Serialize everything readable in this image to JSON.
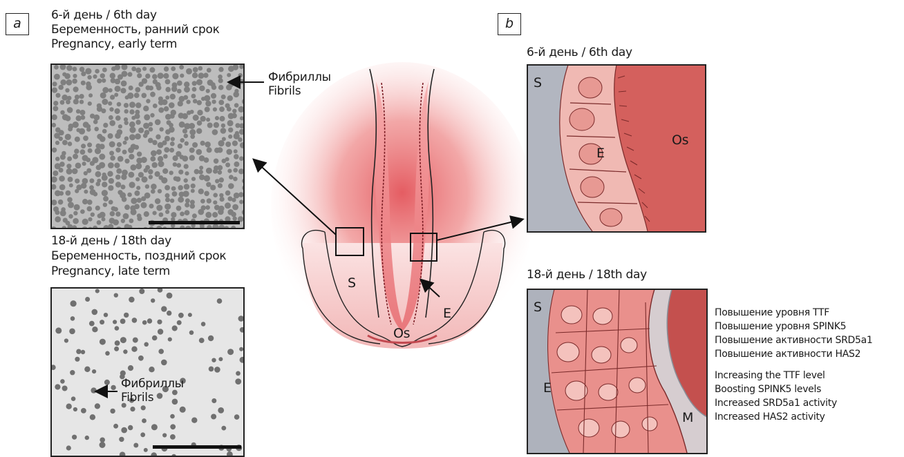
{
  "panel_a": {
    "tag": "a",
    "early": {
      "day": "6-й день / 6th day",
      "ru": "Беременность, ранний срок",
      "en": "Pregnancy, early term",
      "fibril_ru": "Фибриллы",
      "fibril_en": "Fibrils"
    },
    "late": {
      "day": "18-й день / 18th day",
      "ru": "Беременность, поздний срок",
      "en": "Pregnancy, late term",
      "fibril_ru": "Фибриллы",
      "fibril_en": "Fibrils"
    }
  },
  "center": {
    "label_s": "S",
    "label_e": "E",
    "label_os": "Os"
  },
  "panel_b": {
    "tag": "b",
    "early": {
      "day": "6-й день / 6th day",
      "label_s": "S",
      "label_e": "E",
      "label_os": "Os"
    },
    "late": {
      "day": "18-й день / 18th day",
      "label_s": "S",
      "label_e": "E",
      "label_m": "M",
      "changes_ru": [
        "Повышение уровня TTF",
        "Повышение уровня SPINK5",
        "Повышение активности SRD5a1",
        "Повышение активности HAS2"
      ],
      "changes_en": [
        "Increasing the TTF level",
        "Boosting SPINK5 levels",
        "Increased SRD5a1 activity",
        "Increased HAS2 activity"
      ]
    }
  },
  "colors": {
    "tissue_pink": "#e58a88",
    "tissue_deep": "#d65f60",
    "stroma_gray": "#a9acb6",
    "micrograph_gray": "#8a8a8a"
  }
}
